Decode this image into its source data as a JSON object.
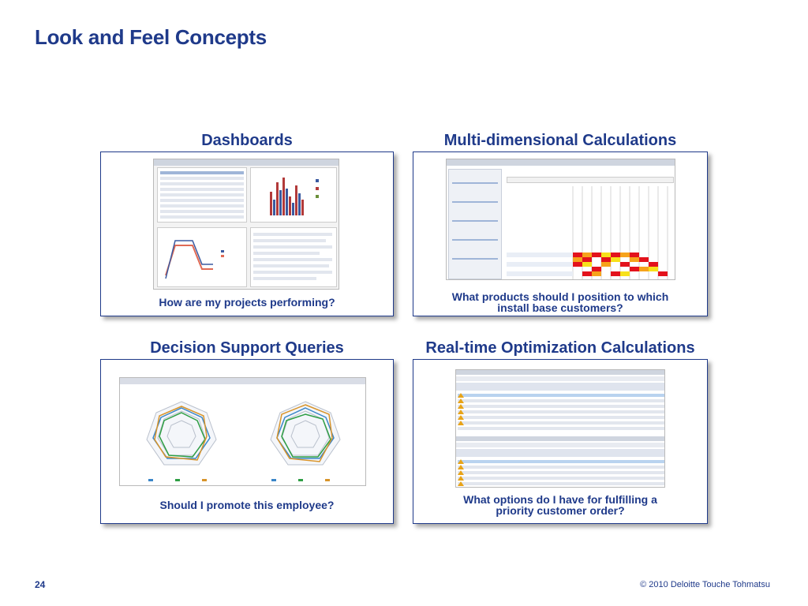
{
  "title": "Look and Feel Concepts",
  "panels": [
    {
      "heading": "Dashboards",
      "caption": "How are my projects performing?"
    },
    {
      "heading": "Multi-dimensional Calculations",
      "caption_line1": "What products should I position to which",
      "caption_line2": "install base customers?"
    },
    {
      "heading": "Decision Support Queries",
      "caption": "Should I promote this employee?"
    },
    {
      "heading": "Real-time Optimization Calculations",
      "caption_line1": "What options do I have for fulfilling a",
      "caption_line2": "priority customer order?"
    }
  ],
  "footer": {
    "page_number": "24",
    "copyright": "© 2010 Deloitte Touche Tohmatsu"
  },
  "colors": {
    "brand_blue": "#1f3a8a",
    "heat_red": "#e3121c",
    "heat_orange": "#f6a31b",
    "heat_yellow": "#f7e11a"
  }
}
